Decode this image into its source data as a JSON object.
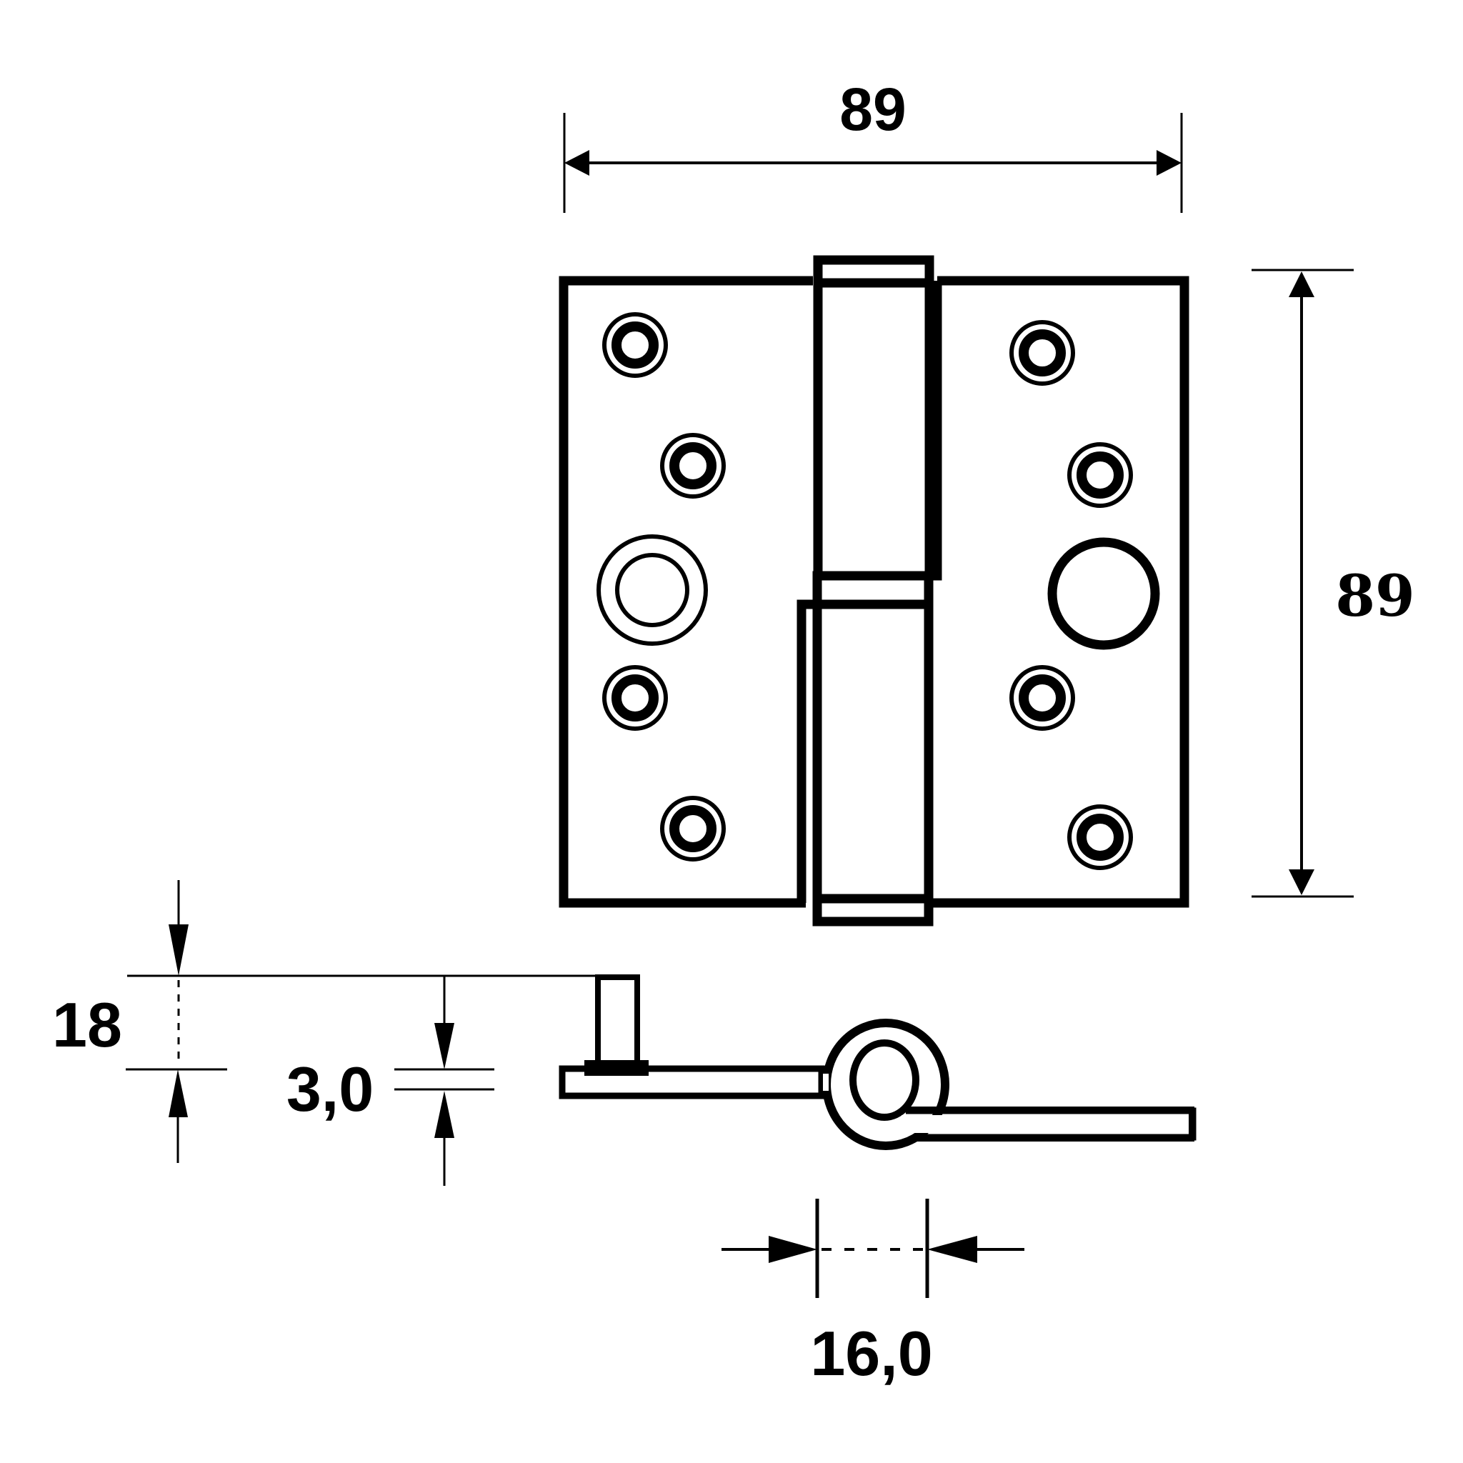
{
  "drawing": {
    "subject": "Lift-off door hinge, left hand",
    "line_color": "#000000",
    "background": "#ffffff"
  },
  "dimensions": {
    "width": {
      "label": "89",
      "unit": "mm"
    },
    "height": {
      "label": "89",
      "unit": "mm"
    },
    "pin_height": {
      "label": "18",
      "unit": "mm"
    },
    "thickness": {
      "label": "3,0",
      "unit": "mm"
    },
    "knuckle_diameter": {
      "label": "16,0",
      "unit": "mm"
    }
  },
  "front_view": {
    "left_leaf": {
      "screw_holes": 4,
      "security_stud_hole": 1
    },
    "right_leaf": {
      "screw_holes": 4,
      "security_stud_hole": 1
    },
    "knuckles": 2
  },
  "side_view": {
    "features": [
      "security stud",
      "barrel/knuckle",
      "left leaf",
      "right leaf"
    ]
  }
}
